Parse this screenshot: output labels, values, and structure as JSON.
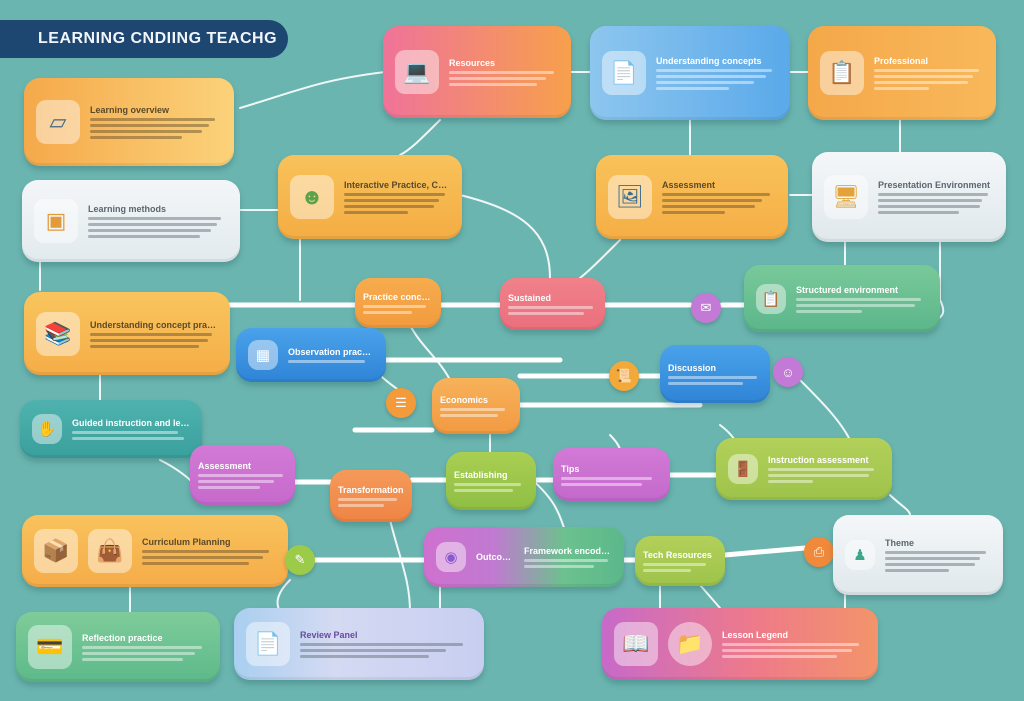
{
  "header": {
    "title": "LEARNING CNDIING TEACHG"
  },
  "colors": {
    "background": "#6bb5b0",
    "title_bar": "#1d4670",
    "orange": "#f6b24a",
    "coral": "#f08a6a",
    "pink": "#ef7585",
    "blue": "#3d95e0",
    "light_blue": "#8dc6ee",
    "white": "#eef2f4",
    "teal": "#3fa9a6",
    "green": "#6cc18e",
    "lime": "#a9c94f",
    "purple": "#c96fcf",
    "connector_orange": "#f39a3a",
    "connector_purple": "#c27ad6",
    "connector_lime": "#9ccb4a"
  },
  "nodes": [
    {
      "id": "n1",
      "heading": "Learning overview",
      "icon": "cube-icon",
      "lines": 5
    },
    {
      "id": "n2",
      "heading": "Resources",
      "icon": "laptop-icon",
      "lines": 3
    },
    {
      "id": "n3",
      "heading": "Understanding concepts",
      "icon": "documents-icon",
      "lines": 4
    },
    {
      "id": "n4",
      "heading": "Professional",
      "icon": "document-plant-icon",
      "lines": 4
    },
    {
      "id": "n5",
      "heading": "Learning methods",
      "icon": "frames-icon",
      "lines": 4
    },
    {
      "id": "n6",
      "heading": "Interactive Practice, Concepts",
      "icon": "head-icon",
      "lines": 4
    },
    {
      "id": "n7",
      "heading": "Assessment",
      "icon": "photo-icon",
      "lines": 4
    },
    {
      "id": "n8",
      "heading": "Presentation Environment",
      "icon": "monitor-icon",
      "lines": 4
    },
    {
      "id": "n9",
      "heading": "Understanding concept practice",
      "icon": "books-icon",
      "lines": 3
    },
    {
      "id": "n10",
      "heading": "Practice concepts",
      "icon": "",
      "lines": 2
    },
    {
      "id": "n11",
      "heading": "Sustained",
      "icon": "",
      "lines": 2
    },
    {
      "id": "n12",
      "heading": "Structured environment",
      "icon": "clipboard-icon",
      "lines": 3
    },
    {
      "id": "n13",
      "heading": "Observation practice",
      "icon": "chart-icon",
      "lines": 2
    },
    {
      "id": "n14",
      "heading": "Economics",
      "icon": "",
      "lines": 2
    },
    {
      "id": "n15",
      "heading": "Discussion",
      "icon": "",
      "lines": 2
    },
    {
      "id": "n16",
      "heading": "Guided instruction and learning",
      "icon": "hands-icon",
      "lines": 3
    },
    {
      "id": "n17",
      "heading": "Assessment",
      "icon": "",
      "lines": 3
    },
    {
      "id": "n18",
      "heading": "Transformation",
      "icon": "",
      "lines": 2
    },
    {
      "id": "n19",
      "heading": "Establishing",
      "icon": "",
      "lines": 2
    },
    {
      "id": "n20",
      "heading": "Tips",
      "icon": "",
      "lines": 2
    },
    {
      "id": "n21",
      "heading": "Instruction assessment",
      "icon": "door-icon",
      "lines": 3
    },
    {
      "id": "n22",
      "heading": "Curriculum Planning",
      "icon": "box-icon",
      "lines": 4
    },
    {
      "id": "n23",
      "heading": "Outcome",
      "icon": "target-icon",
      "lines": 0
    },
    {
      "id": "n24",
      "heading": "Framework encoding",
      "icon": "",
      "lines": 2
    },
    {
      "id": "n25",
      "heading": "Tech Resources",
      "icon": "",
      "lines": 2
    },
    {
      "id": "n26",
      "heading": "Theme",
      "icon": "figure-icon",
      "lines": 5
    },
    {
      "id": "n27",
      "heading": "Reflection practice",
      "icon": "card-icon",
      "lines": 3
    },
    {
      "id": "n28",
      "heading": "Review Panel",
      "icon": "document-icon",
      "lines": 3
    },
    {
      "id": "n29",
      "heading": "Lesson Legend",
      "icon": "book-icon",
      "lines": 3
    }
  ],
  "connectors": [
    {
      "id": "c1",
      "icon": "chat-icon",
      "color": "#c27ad6"
    },
    {
      "id": "c2",
      "icon": "notes-icon",
      "color": "#f39a3a"
    },
    {
      "id": "c3",
      "icon": "scroll-icon",
      "color": "#f3a93a"
    },
    {
      "id": "c4",
      "icon": "person-icon",
      "color": "#c27ad6"
    },
    {
      "id": "c5",
      "icon": "pen-icon",
      "color": "#9ccb4a"
    },
    {
      "id": "c6",
      "icon": "printer-icon",
      "color": "#f08a3a"
    }
  ]
}
